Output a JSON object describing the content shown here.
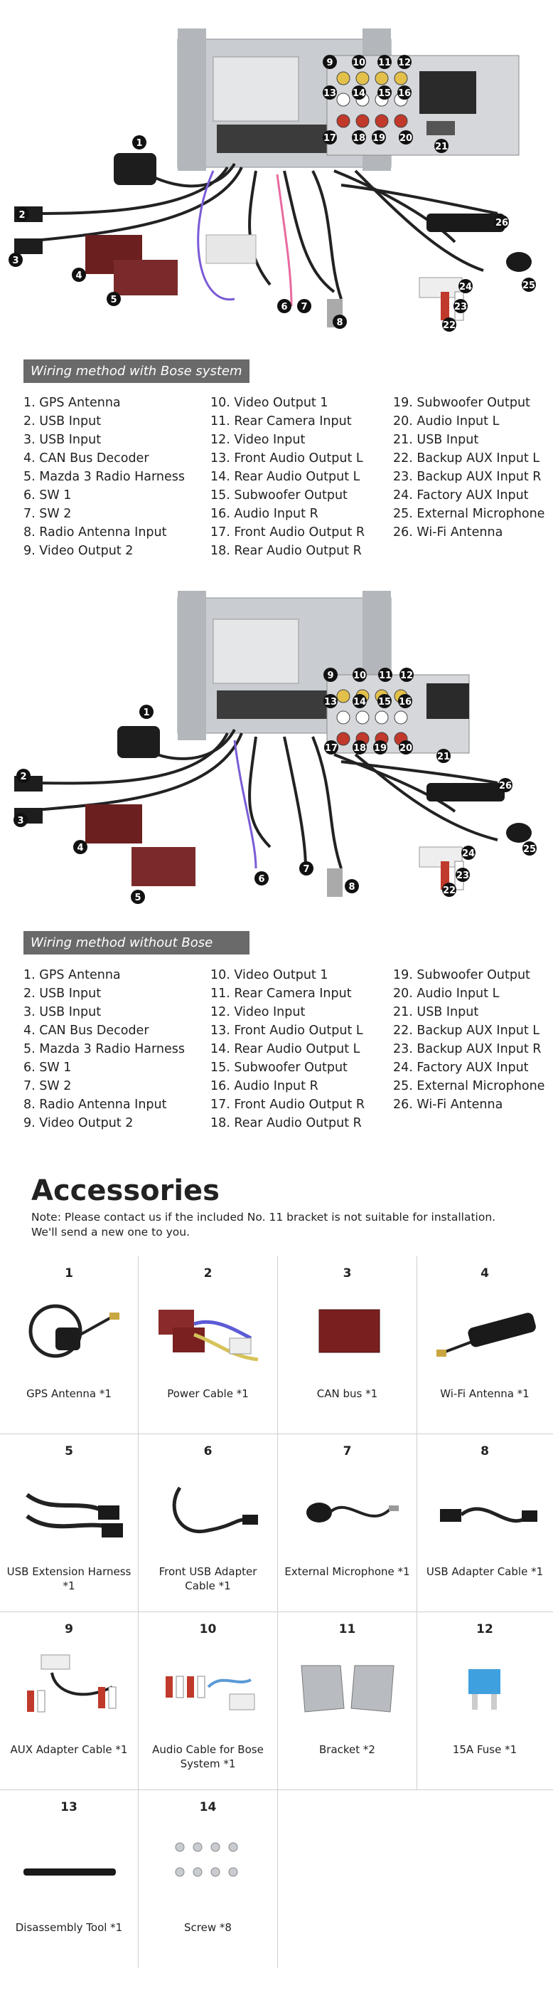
{
  "section1": {
    "banner": "Wiring method with Bose system",
    "columns": [
      [
        "1. GPS Antenna",
        "2. USB Input",
        "3. USB Input",
        "4. CAN Bus Decoder",
        "5. Mazda 3 Radio Harness",
        "6. SW 1",
        "7. SW 2",
        "8. Radio Antenna Input",
        "9. Video Output 2"
      ],
      [
        "10. Video Output 1",
        "11. Rear Camera Input",
        "12. Video Input",
        "13. Front Audio Output L",
        "14. Rear Audio Output L",
        "15. Subwoofer Output",
        "16. Audio Input R",
        "17. Front Audio Output R",
        "18. Rear Audio Output R"
      ],
      [
        "19. Subwoofer Output",
        "20. Audio Input L",
        "21. USB Input",
        "22. Backup AUX Input L",
        "23. Backup AUX Input R",
        "24. Factory AUX Input",
        "25. External Microphone",
        "26. Wi-Fi Antenna"
      ]
    ]
  },
  "section2": {
    "banner": "Wiring method without Bose system",
    "columns": [
      [
        "1. GPS Antenna",
        "2. USB Input",
        "3. USB Input",
        "4. CAN Bus Decoder",
        "5. Mazda 3 Radio Harness",
        "6. SW 1",
        "7. SW 2",
        "8. Radio Antenna Input",
        "9. Video Output 2"
      ],
      [
        "10. Video Output 1",
        "11. Rear Camera Input",
        "12. Video Input",
        "13. Front Audio Output L",
        "14. Rear Audio Output L",
        "15. Subwoofer Output",
        "16. Audio Input R",
        "17. Front Audio Output R",
        "18. Rear Audio Output R"
      ],
      [
        "19. Subwoofer Output",
        "20. Audio Input L",
        "21. USB Input",
        "22. Backup AUX Input L",
        "23. Backup AUX Input R",
        "24. Factory AUX Input",
        "25. External Microphone",
        "26. Wi-Fi Antenna"
      ]
    ]
  },
  "callouts": [
    "1",
    "2",
    "3",
    "4",
    "5",
    "6",
    "7",
    "8",
    "9",
    "10",
    "11",
    "12",
    "13",
    "14",
    "15",
    "16",
    "17",
    "18",
    "19",
    "20",
    "21",
    "22",
    "23",
    "24",
    "25",
    "26"
  ],
  "accessories": {
    "title": "Accessories",
    "note": "Note: Please contact us if the included No. 11 bracket is not suitable for installation. We'll send a new one to you.",
    "items": [
      {
        "num": "1",
        "label": "GPS Antenna *1"
      },
      {
        "num": "2",
        "label": "Power Cable *1"
      },
      {
        "num": "3",
        "label": "CAN bus *1"
      },
      {
        "num": "4",
        "label": "Wi-Fi Antenna *1"
      },
      {
        "num": "5",
        "label": "USB Extension Harness *1"
      },
      {
        "num": "6",
        "label": "Front USB Adapter Cable *1"
      },
      {
        "num": "7",
        "label": "External Microphone *1"
      },
      {
        "num": "8",
        "label": "USB Adapter Cable *1"
      },
      {
        "num": "9",
        "label": "AUX Adapter Cable *1"
      },
      {
        "num": "10",
        "label": "Audio Cable for Bose System *1"
      },
      {
        "num": "11",
        "label": "Bracket *2"
      },
      {
        "num": "12",
        "label": "15A Fuse *1"
      },
      {
        "num": "13",
        "label": "Disassembly Tool *1"
      },
      {
        "num": "14",
        "label": "Screw *8"
      }
    ]
  },
  "colors": {
    "banner_bg": "#6a6a6a",
    "callout_bg": "#111111",
    "grid_line": "#cfcfcf"
  }
}
